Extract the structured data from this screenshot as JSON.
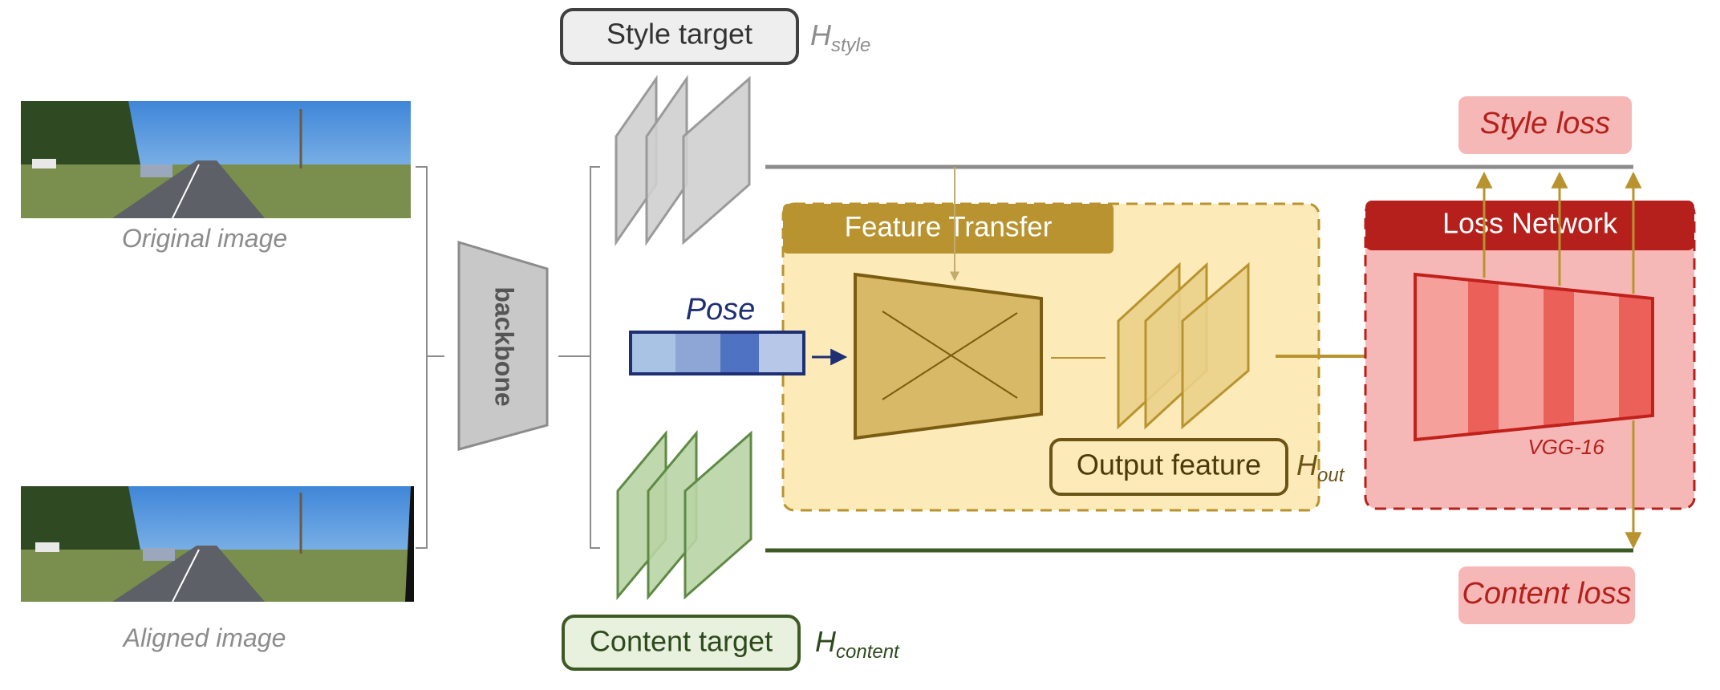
{
  "labels": {
    "original_image": "Original image",
    "aligned_image": "Aligned image",
    "backbone": "backbone",
    "style_target": "Style target",
    "style_symbol_main": "H",
    "style_symbol_sub": "style",
    "content_target": "Content target",
    "content_symbol_main": "H",
    "content_symbol_sub": "content",
    "pose": "Pose",
    "feature_transfer": "Feature Transfer",
    "output_feature": "Output feature",
    "out_symbol_main": "H",
    "out_symbol_sub": "out",
    "loss_network": "Loss Network",
    "vgg": "VGG-16",
    "style_loss": "Style loss",
    "content_loss": "Content loss"
  },
  "colors": {
    "gold": "#b8932f",
    "gold_dark": "#8a6b1c",
    "gold_fill": "#fcebb8",
    "red": "#b5201c",
    "red_fill": "#f6b8b6",
    "green": "#3d5a25",
    "green_fill": "#b9d4a4",
    "navy": "#1f2f73",
    "gray": "#8c8c8c"
  }
}
